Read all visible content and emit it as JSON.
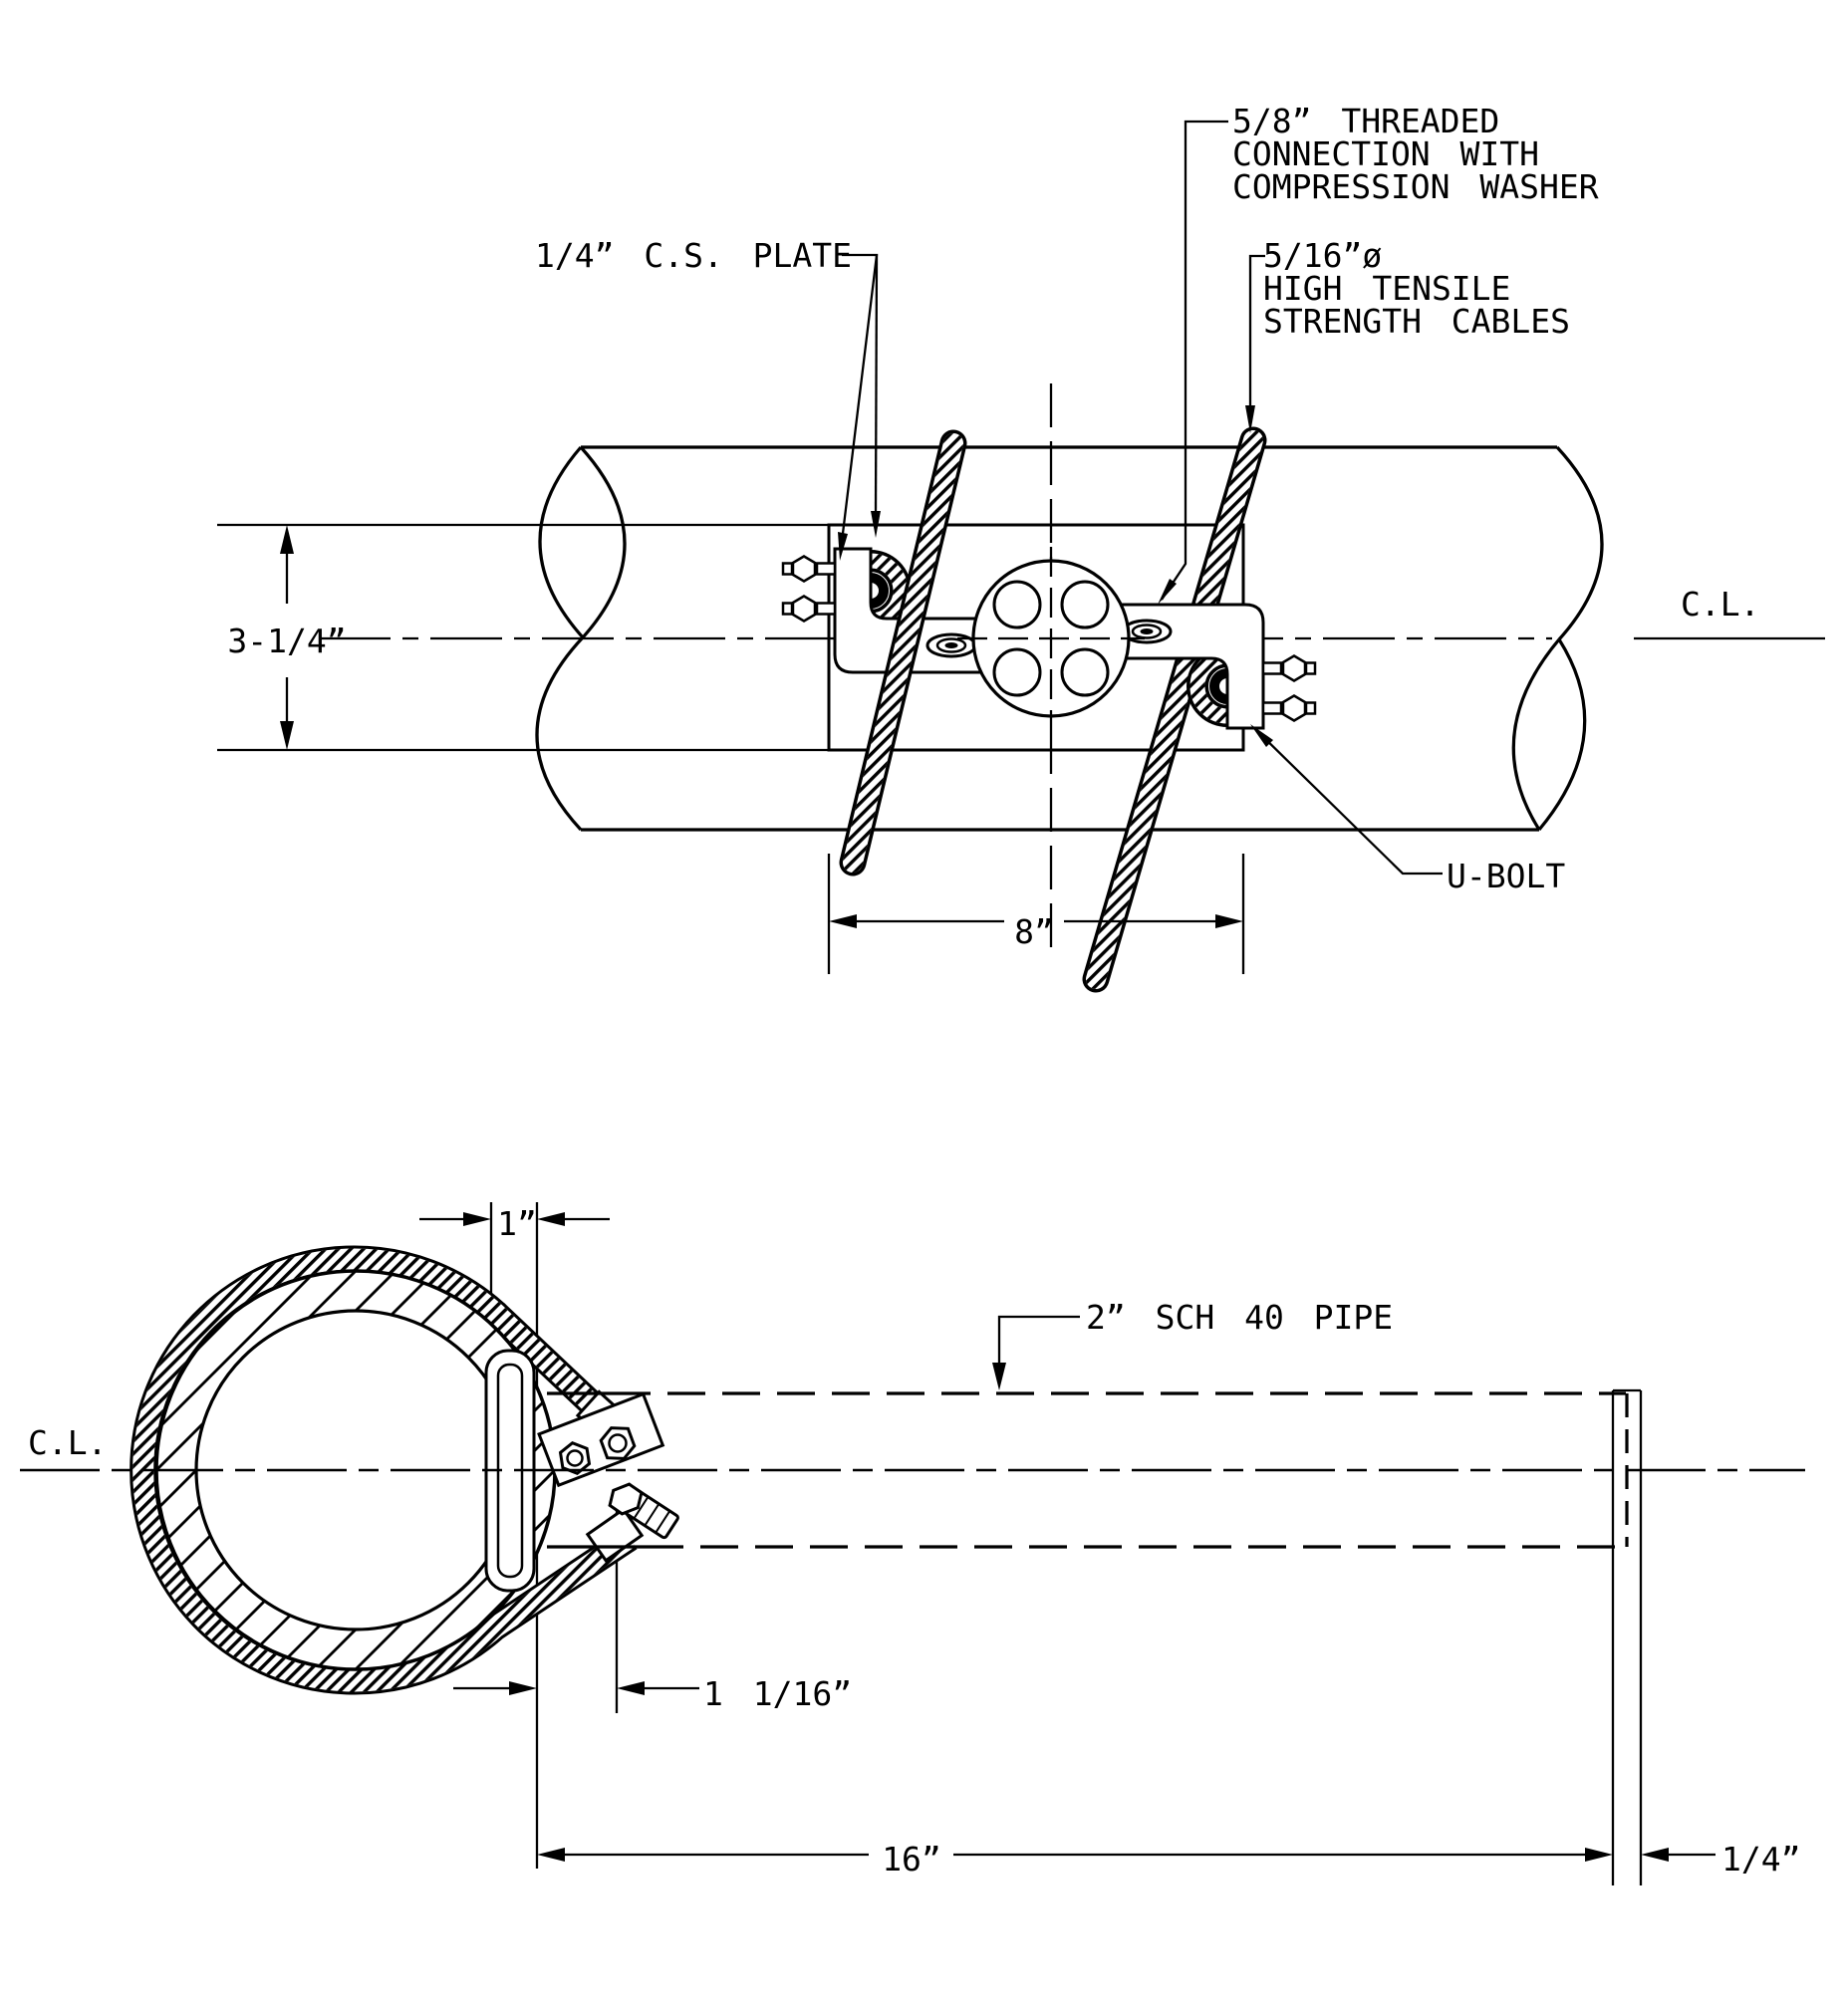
{
  "top_view": {
    "plate_label": "1/4” C.S. PLATE",
    "threaded_label_1": "5/8” THREADED",
    "threaded_label_2": "CONNECTION WITH",
    "threaded_label_3": "COMPRESSION WASHER",
    "cable_label_1": "5/16”ø",
    "cable_label_2": "HIGH TENSILE",
    "cable_label_3": "STRENGTH CABLES",
    "ubolt_label": "U-BOLT",
    "centerline_label": "C.L.",
    "dim_height": "3-1/4”",
    "dim_width": "8”"
  },
  "bottom_view": {
    "pipe_label": "2” SCH 40 PIPE",
    "centerline_label": "C.L.",
    "dim_band_offset": "1”",
    "dim_bracket_offset": "1 1/16”",
    "dim_length": "16”",
    "dim_end_offset": "1/4”"
  }
}
